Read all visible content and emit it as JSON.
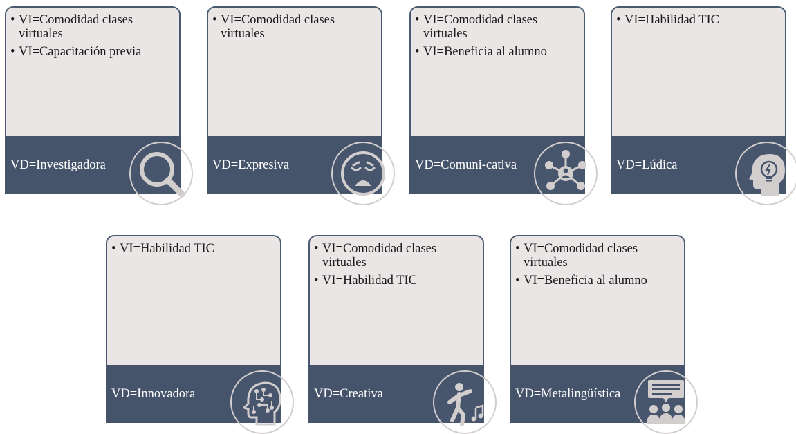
{
  "cards": [
    {
      "bullets": [
        "VI=Comodidad clases virtuales",
        "VI=Capacitación previa"
      ],
      "vd": "VD=Investigadora",
      "icon": "magnifier-icon"
    },
    {
      "bullets": [
        "VI=Comodidad clases virtuales"
      ],
      "vd": "VD=Expresiva",
      "icon": "sad-face-icon"
    },
    {
      "bullets": [
        "VI=Comodidad clases virtuales",
        "VI=Beneficia al alumno"
      ],
      "vd": "VD=Comuni-cativa",
      "icon": "network-icon"
    },
    {
      "bullets": [
        "VI=Habilidad TIC"
      ],
      "vd": "VD=Lúdica",
      "icon": "lightbulb-head-icon"
    },
    {
      "bullets": [
        "VI=Habilidad TIC"
      ],
      "vd": "VD=Innovadora",
      "icon": "circuit-head-icon"
    },
    {
      "bullets": [
        "VI=Comodidad clases virtuales",
        "VI=Habilidad TIC"
      ],
      "vd": "VD=Creativa",
      "icon": "dancer-music-icon"
    },
    {
      "bullets": [
        "VI=Comodidad clases virtuales",
        "VI=Beneficia al alumno"
      ],
      "vd": "VD=Metalingüística",
      "icon": "audience-screen-icon"
    }
  ],
  "colors": {
    "card_fill": "#eae6e6",
    "card_border": "#4a5a70",
    "band": "#45536b",
    "icon_gray": "#d2cece"
  }
}
